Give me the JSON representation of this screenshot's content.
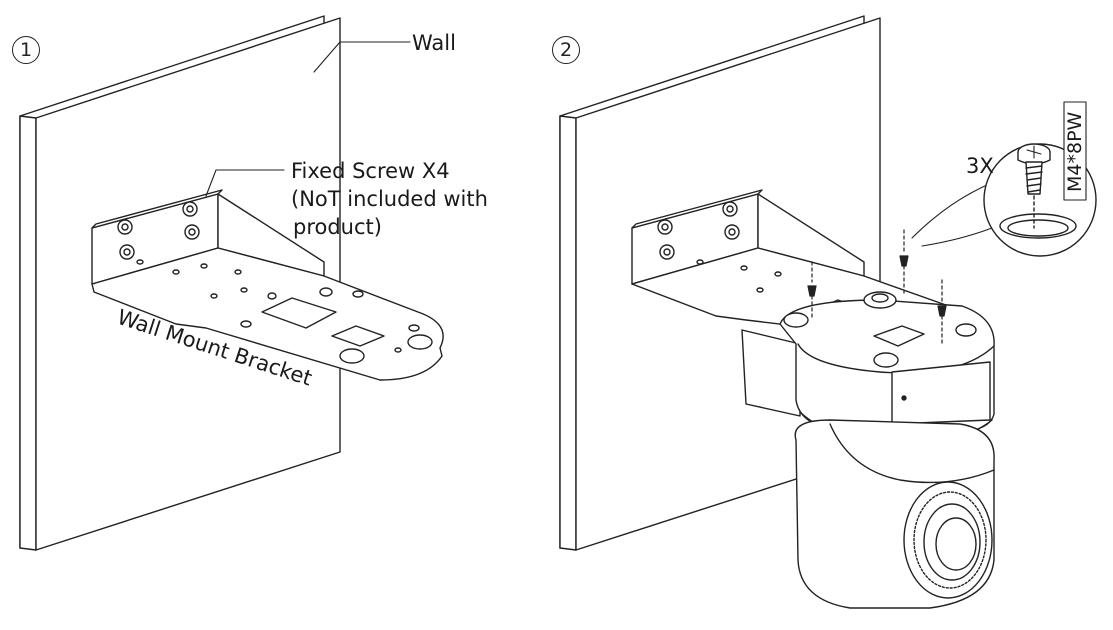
{
  "step1": {
    "number": "1",
    "wall_label": "Wall",
    "screw_label": "Fixed Screw X4",
    "screw_note_line1": "(NoT included with",
    "screw_note_line2": "product)",
    "bracket_label": "Wall Mount Bracket"
  },
  "step2": {
    "number": "2",
    "screw_count": "3X",
    "screw_spec": "M4*8PW"
  },
  "colors": {
    "line": "#222222",
    "wall_edge": "#333333",
    "background": "#ffffff"
  }
}
